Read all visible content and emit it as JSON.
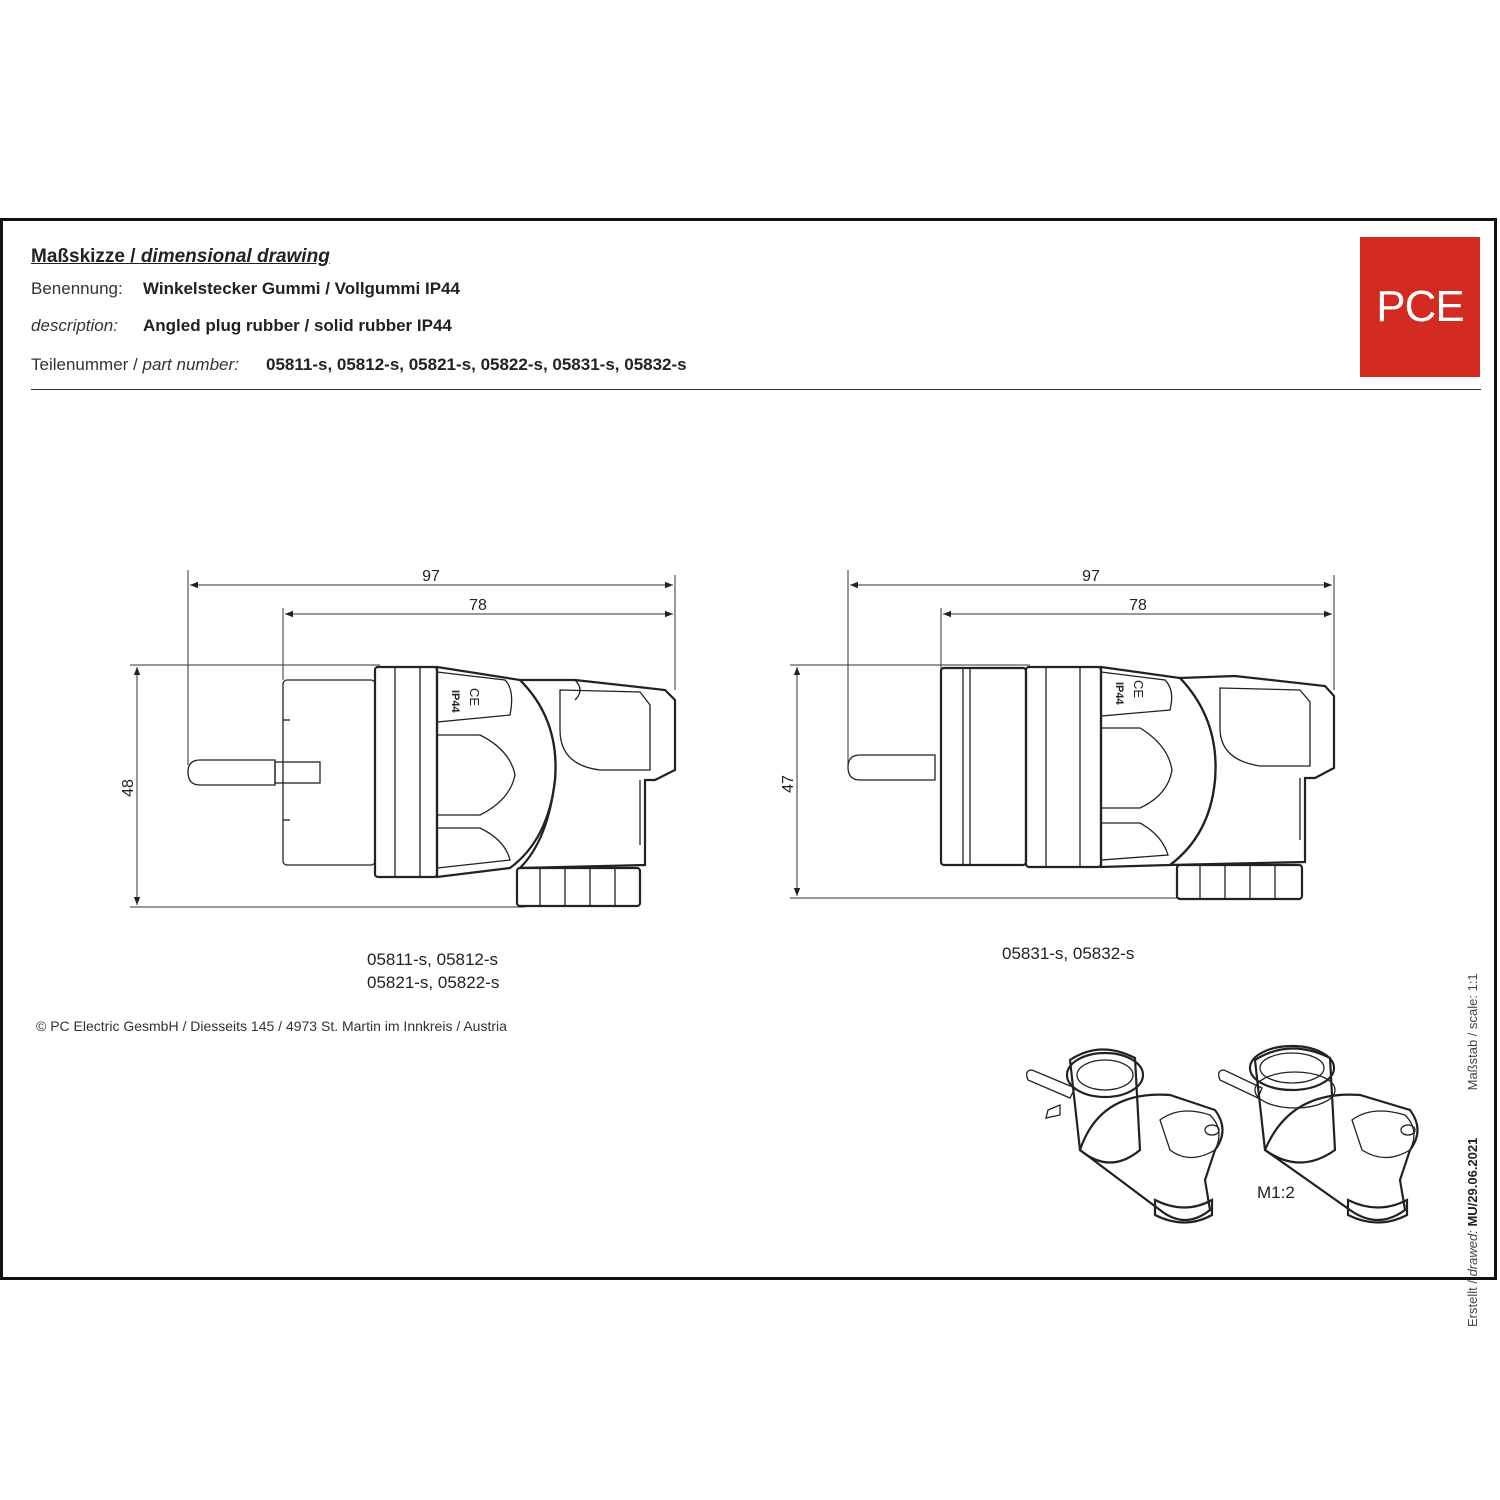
{
  "header": {
    "title_de": "Maßskizze / ",
    "title_en": "dimensional drawing",
    "benennung_label": "Benennung:",
    "benennung_value": "Winkelstecker Gummi / Vollgummi IP44",
    "description_label": "description:",
    "description_value": "Angled plug rubber / solid rubber IP44",
    "part_label_de": "Teilenummer / ",
    "part_label_en": "part number:",
    "part_value": "05811-s, 05812-s, 05821-s, 05822-s, 05831-s, 05832-s"
  },
  "logo": {
    "text": "PCE",
    "color": "#d32a21"
  },
  "drawings": [
    {
      "dim_total": "97",
      "dim_inner": "78",
      "dim_height": "48",
      "caption_line1": "05811-s, 05812-s",
      "caption_line2": "05821-s, 05822-s"
    },
    {
      "dim_total": "97",
      "dim_inner": "78",
      "dim_height": "47",
      "caption_line1": "05831-s, 05832-s"
    }
  ],
  "plug_marks": {
    "ip": "IP44",
    "ce": "CE"
  },
  "perspective_scale": "M1:2",
  "footer": {
    "copyright": "© PC Electric GesmbH / Diesseits 145 / 4973 St. Martin im Innkreis / Austria"
  },
  "sidebar": {
    "created_label": "Erstellt / ",
    "created_label_en": "drawed: ",
    "created_value": "MU/29.06.2021",
    "scale_label": "Maßstab / scale: 1:1"
  }
}
